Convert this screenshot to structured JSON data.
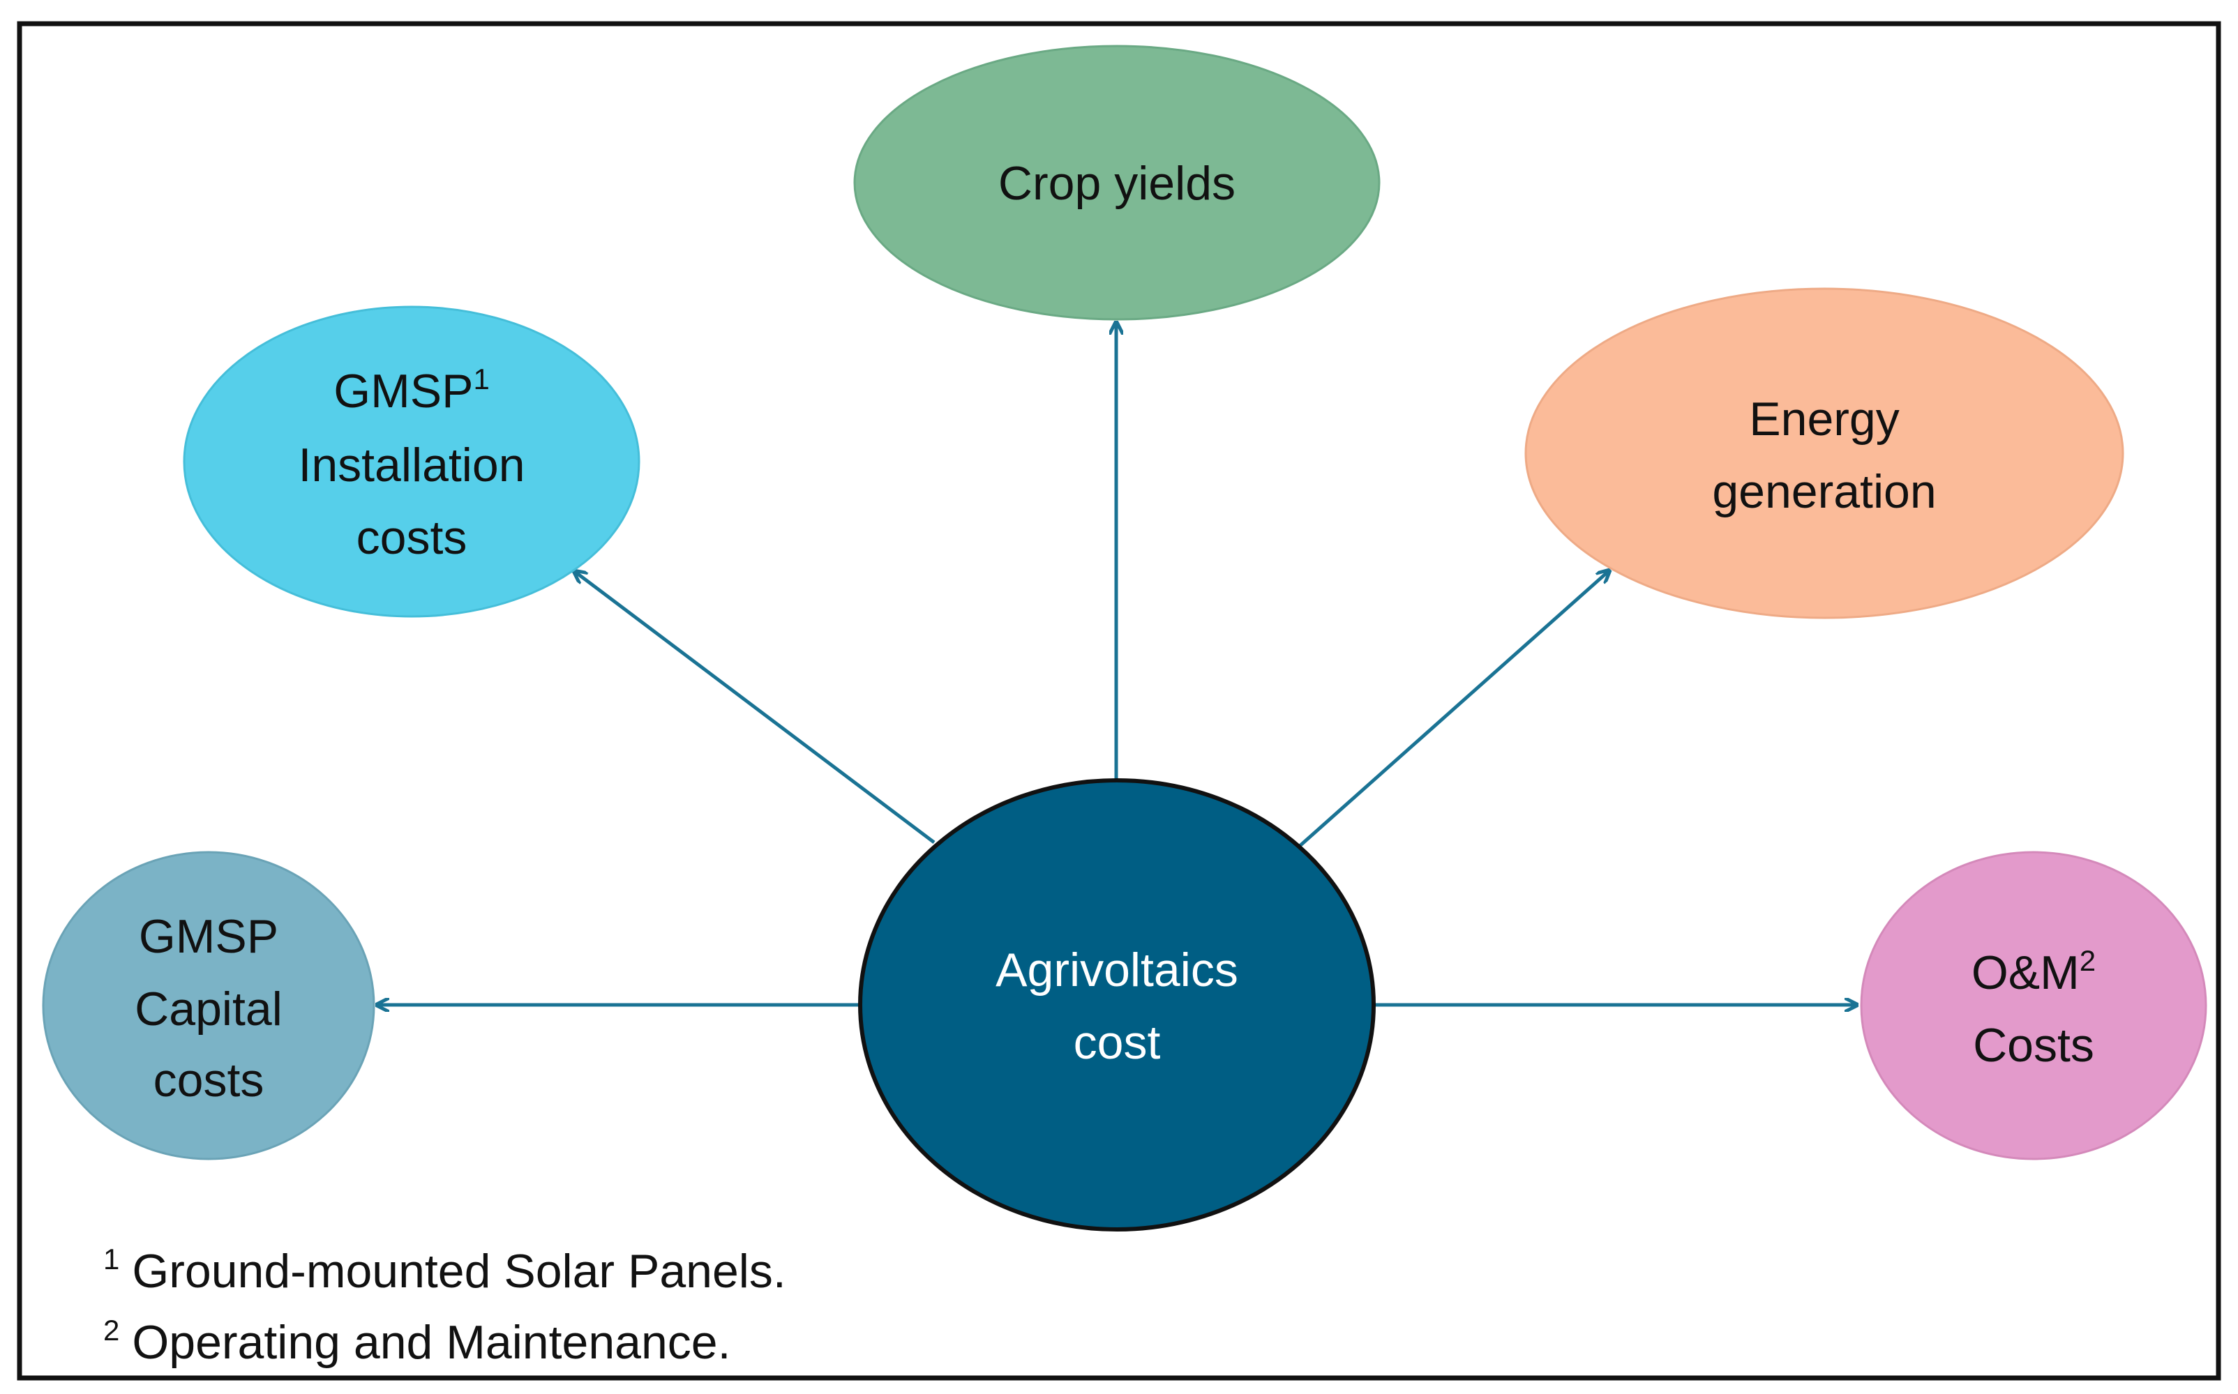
{
  "diagram": {
    "center": {
      "line1": "Agrivoltaics",
      "line2": "cost",
      "color": "#005e84"
    },
    "nodes": {
      "crop_yields": {
        "line1": "Crop yields",
        "color": "#7db994"
      },
      "gmsp_installation": {
        "line1": "GMSP",
        "line1_sup": "1",
        "line2": "Installation",
        "line3": "costs",
        "color": "#56cfea"
      },
      "energy_generation": {
        "line1": "Energy",
        "line2": "generation",
        "color": "#fbbb99"
      },
      "gmsp_capital": {
        "line1": "GMSP",
        "line2": "Capital",
        "line3": "costs",
        "color": "#7bb3c6"
      },
      "om_costs": {
        "line1": "O&M",
        "line1_sup": "2",
        "line2": "Costs",
        "color": "#e39acb"
      }
    },
    "arrow_color": "#1a7394",
    "border_color": "#111111"
  },
  "footnotes": [
    {
      "marker": "1",
      "text": "Ground-mounted Solar Panels."
    },
    {
      "marker": "2",
      "text": "Operating and Maintenance."
    }
  ]
}
